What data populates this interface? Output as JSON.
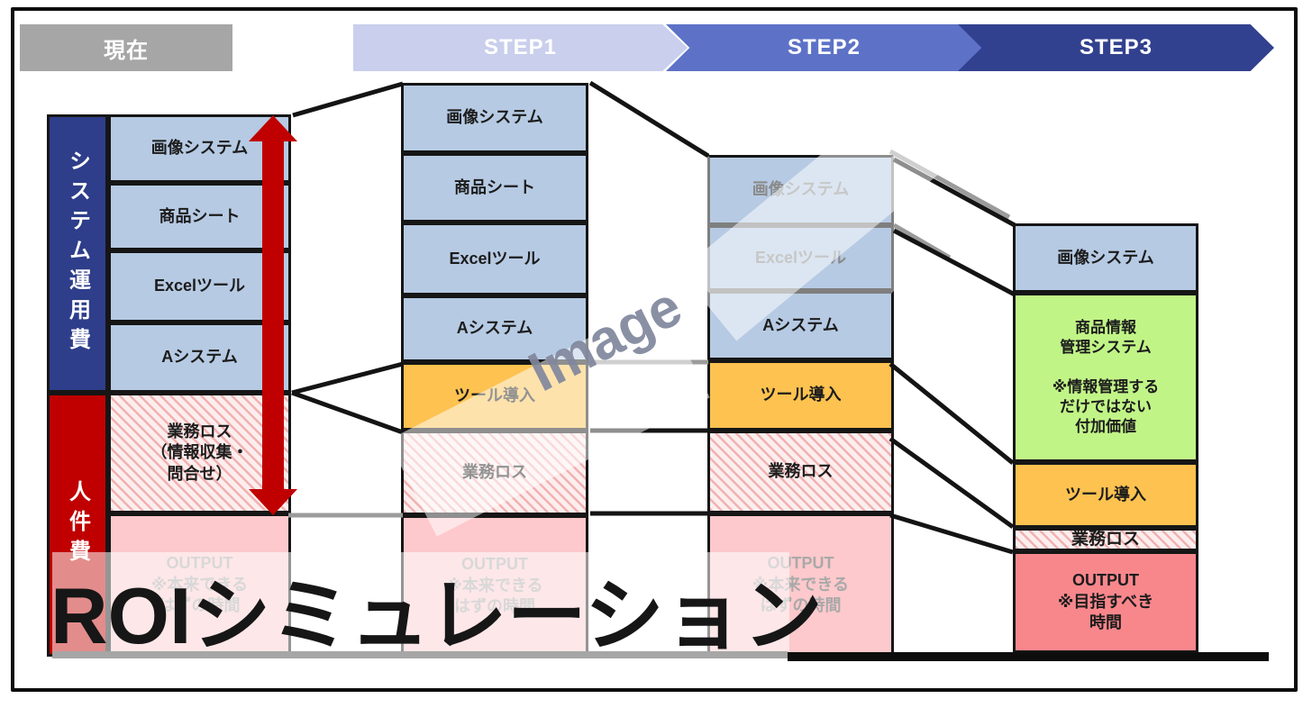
{
  "header": {
    "current": "現在",
    "steps": [
      "STEP1",
      "STEP2",
      "STEP3"
    ]
  },
  "axis": {
    "system_cost": "システム運用費",
    "labor_cost": "人件費"
  },
  "columns": {
    "current": {
      "image_system": "画像システム",
      "product_sheet": "商品シート",
      "excel_tool": "Excelツール",
      "a_system": "Aシステム",
      "work_loss": "業務ロス\n（情報収集・\n問合せ）",
      "output": "OUTPUT\n※本来できる\nはずの時間"
    },
    "step1": {
      "image_system": "画像システム",
      "product_sheet": "商品シート",
      "excel_tool": "Excelツール",
      "a_system": "Aシステム",
      "tool_install": "ツール導入",
      "work_loss": "業務ロス",
      "output": "OUTPUT\n※本来できる\nはずの時間"
    },
    "step2": {
      "image_system": "画像システム",
      "excel_tool": "Excelツール",
      "a_system": "Aシステム",
      "tool_install": "ツール導入",
      "work_loss": "業務ロス",
      "output": "OUTPUT\n※本来できる\nはずの時間"
    },
    "step3": {
      "image_system": "画像システム",
      "pim_system": "商品情報\n管理システム\n\n※情報管理する\nだけではない\n付加価値",
      "tool_install": "ツール導入",
      "work_loss": "業務ロス",
      "output": "OUTPUT\n※目指すべき\n時間"
    }
  },
  "watermark": {
    "image_label": "Image",
    "title": "ROIシミュレーション"
  },
  "colors": {
    "current_header": "#a6a6a6",
    "step1_header": "#c9cfec",
    "step2_header": "#5d72c7",
    "step3_header": "#32418f",
    "system_strip": "#2e3e8a",
    "labor_strip": "#c00000",
    "light_blue_box": "#b6cae3",
    "orange_box": "#fdc250",
    "green_box": "#c1f487",
    "pink_output": "#fdc9cc",
    "salmon_output": "#f8878c",
    "red_arrow": "#c00000"
  }
}
